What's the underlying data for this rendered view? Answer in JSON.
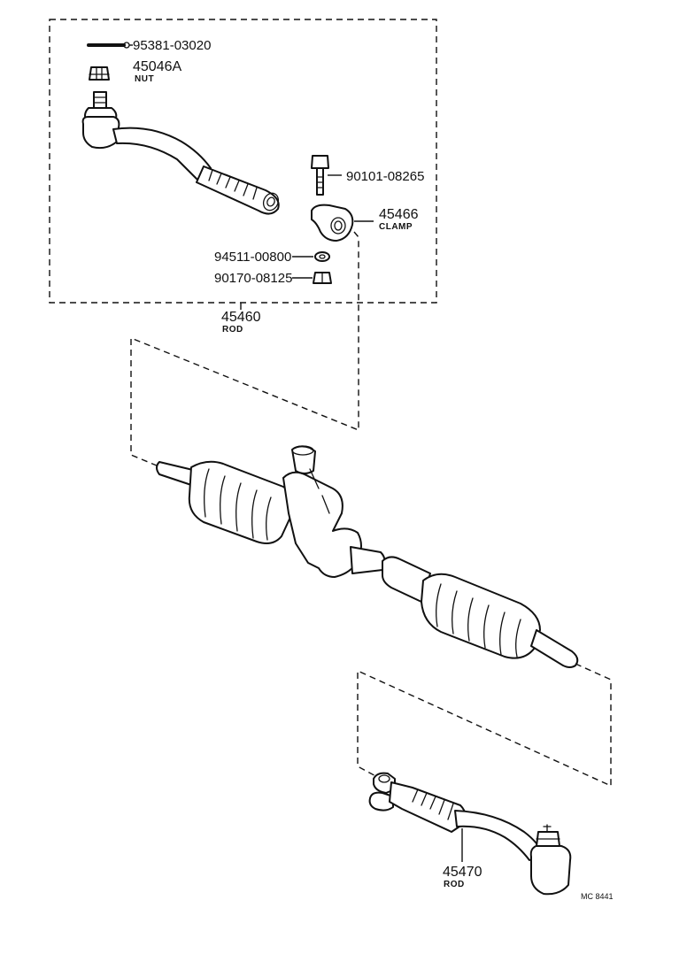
{
  "callouts": {
    "cotter_pin": "95381-03020",
    "nut_number": "45046A",
    "nut_name": "NUT",
    "bolt": "90101-08265",
    "clamp_number": "45466",
    "clamp_name": "CLAMP",
    "washer": "94511-00800",
    "clamp_nut": "90170-08125",
    "rod_upper_number": "45460",
    "rod_upper_name": "ROD",
    "rod_lower_number": "45470",
    "rod_lower_name": "ROD"
  },
  "figure_code": "MC 8441"
}
